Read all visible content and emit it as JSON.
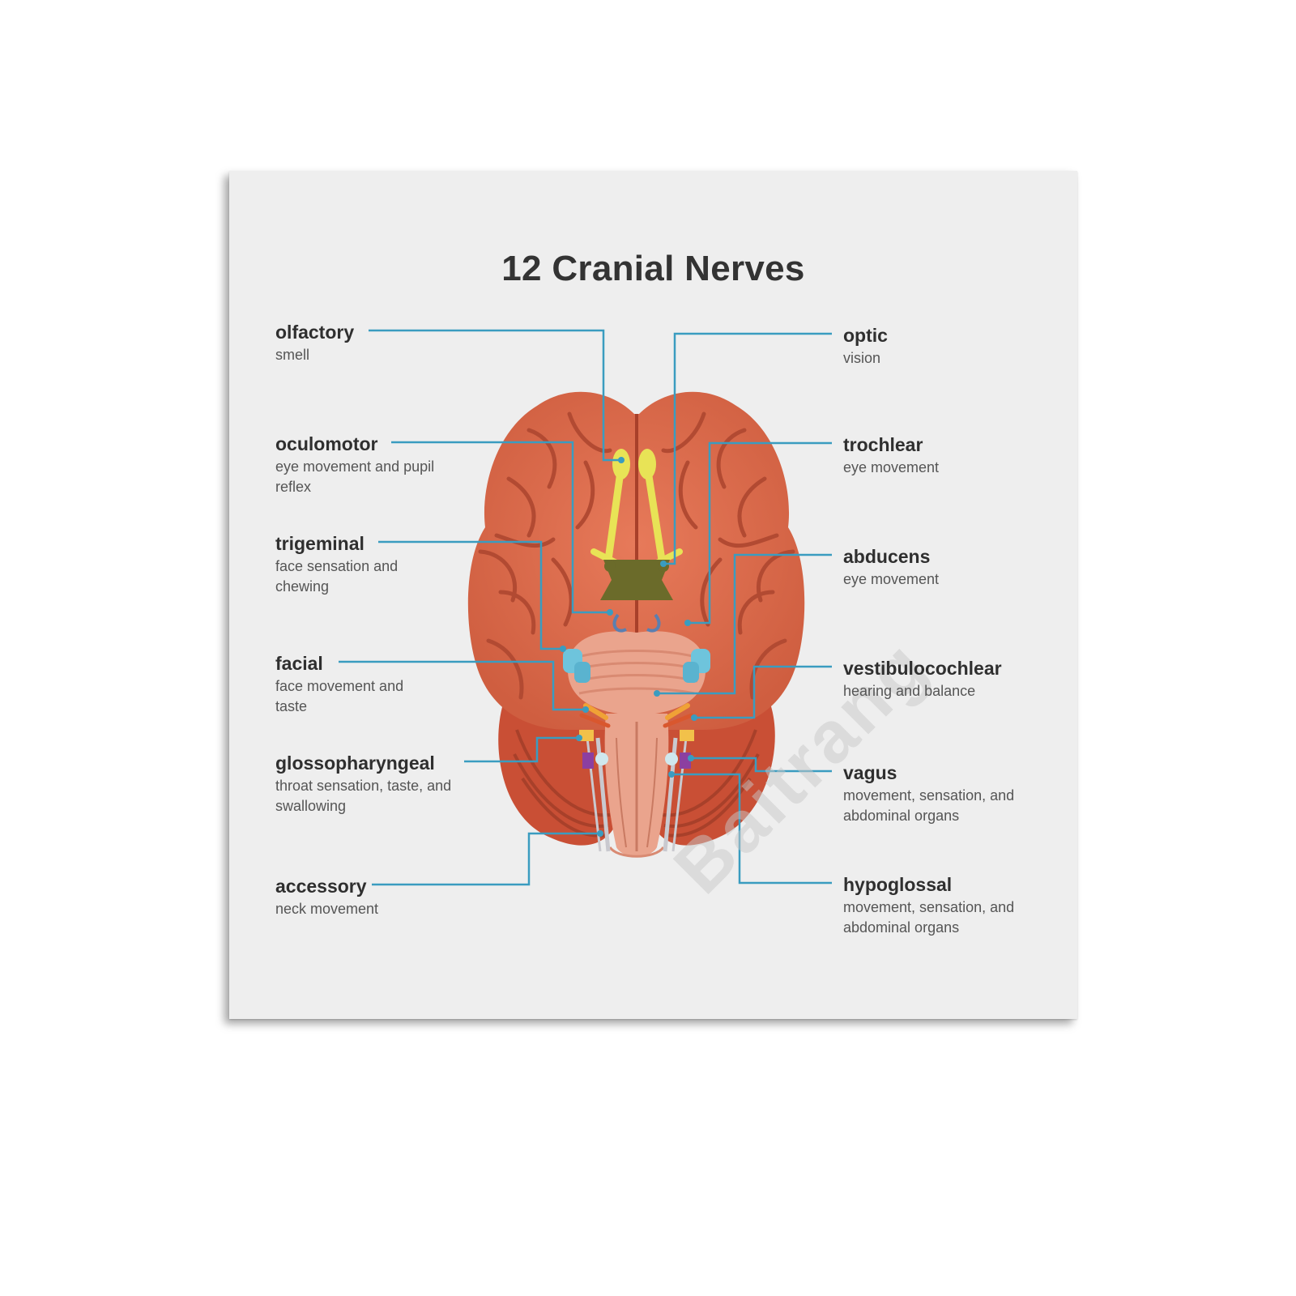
{
  "title": "12 Cranial Nerves",
  "watermark": "Baitrang",
  "colors": {
    "background": "#ffffff",
    "poster": "#eeeeee",
    "leader_line": "#3a9cc0",
    "brain": "#d9684a",
    "brain_dark": "#b24a32",
    "cerebellum": "#c94f35",
    "brainstem": "#eaa48d",
    "olfactory_nerve": "#e8e356",
    "optic_chiasm": "#6b6b2a"
  },
  "nerves": {
    "olfactory": {
      "name": "olfactory",
      "desc": "smell"
    },
    "oculomotor": {
      "name": "oculomotor",
      "desc": "eye movement and pupil reflex"
    },
    "trigeminal": {
      "name": "trigeminal",
      "desc": "face sensation and chewing"
    },
    "facial": {
      "name": "facial",
      "desc": "face movement and taste"
    },
    "glossopharyngeal": {
      "name": "glossopharyngeal",
      "desc": "throat sensation, taste, and swallowing"
    },
    "accessory": {
      "name": "accessory",
      "desc": "neck movement"
    },
    "optic": {
      "name": "optic",
      "desc": "vision"
    },
    "trochlear": {
      "name": "trochlear",
      "desc": "eye movement"
    },
    "abducens": {
      "name": "abducens",
      "desc": "eye movement"
    },
    "vestibulocochlear": {
      "name": "vestibulocochlear",
      "desc": "hearing and balance"
    },
    "vagus": {
      "name": "vagus",
      "desc": "movement, sensation, and abdominal organs"
    },
    "hypoglossal": {
      "name": "hypoglossal",
      "desc": "movement, sensation, and abdominal organs"
    }
  }
}
